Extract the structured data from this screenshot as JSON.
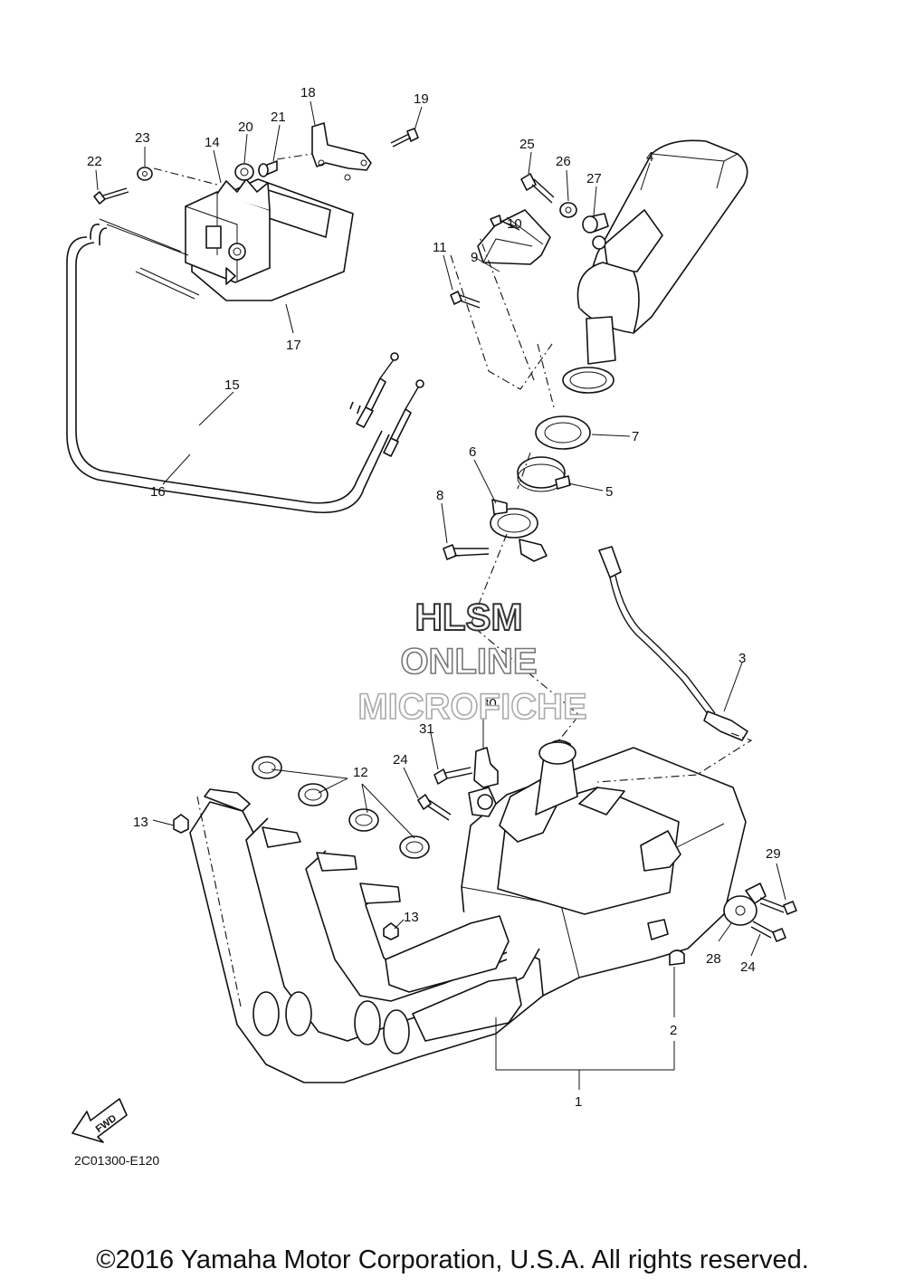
{
  "diagram": {
    "callouts": [
      {
        "id": "1",
        "label": "1"
      },
      {
        "id": "2",
        "label": "2"
      },
      {
        "id": "3",
        "label": "3"
      },
      {
        "id": "4",
        "label": "4"
      },
      {
        "id": "5",
        "label": "5"
      },
      {
        "id": "6",
        "label": "6"
      },
      {
        "id": "7",
        "label": "7"
      },
      {
        "id": "8",
        "label": "8"
      },
      {
        "id": "9",
        "label": "9"
      },
      {
        "id": "10",
        "label": "10"
      },
      {
        "id": "11",
        "label": "11"
      },
      {
        "id": "12",
        "label": "12"
      },
      {
        "id": "13a",
        "label": "13"
      },
      {
        "id": "13b",
        "label": "13"
      },
      {
        "id": "14",
        "label": "14"
      },
      {
        "id": "15",
        "label": "15"
      },
      {
        "id": "16",
        "label": "16"
      },
      {
        "id": "17",
        "label": "17"
      },
      {
        "id": "18",
        "label": "18"
      },
      {
        "id": "19",
        "label": "19"
      },
      {
        "id": "20",
        "label": "20"
      },
      {
        "id": "21",
        "label": "21"
      },
      {
        "id": "22",
        "label": "22"
      },
      {
        "id": "23",
        "label": "23"
      },
      {
        "id": "24a",
        "label": "24"
      },
      {
        "id": "24b",
        "label": "24"
      },
      {
        "id": "25",
        "label": "25"
      },
      {
        "id": "26",
        "label": "26"
      },
      {
        "id": "27",
        "label": "27"
      },
      {
        "id": "28",
        "label": "28"
      },
      {
        "id": "29",
        "label": "29"
      },
      {
        "id": "30",
        "label": "30"
      },
      {
        "id": "31",
        "label": "31"
      }
    ],
    "fwd_label": "FWD",
    "drawing_code": "2C01300-E120",
    "watermark": [
      "HLSM",
      "ONLINE",
      "MICROFICHE"
    ]
  },
  "footer": {
    "copyright": "©2016 Yamaha Motor Corporation, U.S.A. All rights reserved."
  }
}
